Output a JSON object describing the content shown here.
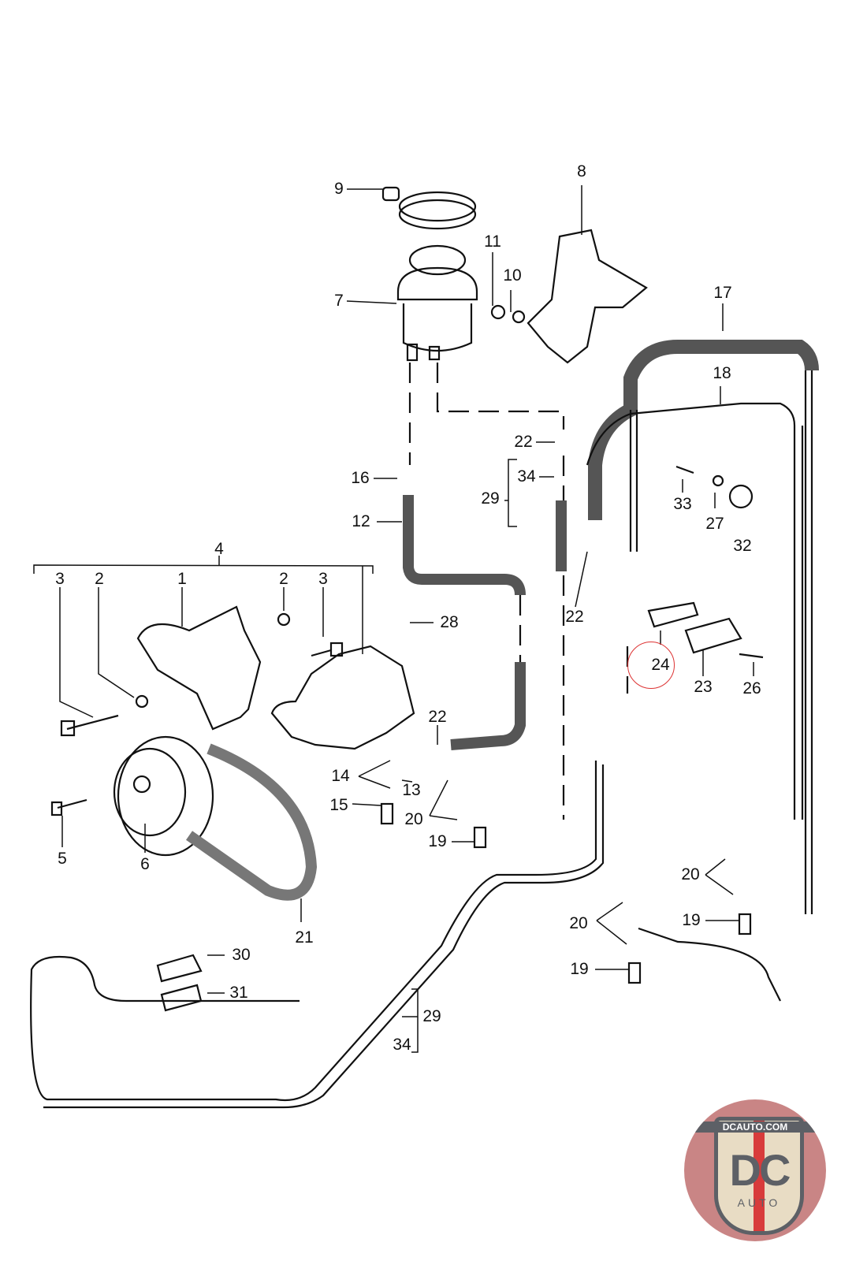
{
  "diagram": {
    "title": "Power steering pump, reservoir and hoses parts diagram",
    "highlighted_callout": "24",
    "callouts": [
      "1",
      "2",
      "2",
      "3",
      "3",
      "4",
      "5",
      "6",
      "7",
      "8",
      "9",
      "10",
      "11",
      "12",
      "13",
      "14",
      "15",
      "16",
      "17",
      "18",
      "19",
      "19",
      "19",
      "20",
      "20",
      "20",
      "21",
      "22",
      "22",
      "22",
      "23",
      "24",
      "26",
      "27",
      "28",
      "29",
      "29",
      "30",
      "31",
      "32",
      "33",
      "34",
      "34"
    ]
  },
  "labels": {
    "c9": "9",
    "c8": "8",
    "c11": "11",
    "c10": "10",
    "c7": "7",
    "c17": "17",
    "c18": "18",
    "c22a": "22",
    "c16": "16",
    "c34a": "34",
    "c29a": "29",
    "c33": "33",
    "c27": "27",
    "c32": "32",
    "c12": "12",
    "c4": "4",
    "c3a": "3",
    "c2a": "2",
    "c1": "1",
    "c2b": "2",
    "c3b": "3",
    "c28": "28",
    "c22b": "22",
    "c24": "24",
    "c23": "23",
    "c26": "26",
    "c22c": "22",
    "c14": "14",
    "c13": "13",
    "c15": "15",
    "c20a": "20",
    "c19a": "19",
    "c5": "5",
    "c6": "6",
    "c20b": "20",
    "c19b": "19",
    "c20c": "20",
    "c19c": "19",
    "c21": "21",
    "c30": "30",
    "c31": "31",
    "c29b": "29",
    "c34b": "34"
  },
  "logo": {
    "url": "DCAUTO.COM",
    "mark": "DC",
    "sub": "AUTO"
  }
}
